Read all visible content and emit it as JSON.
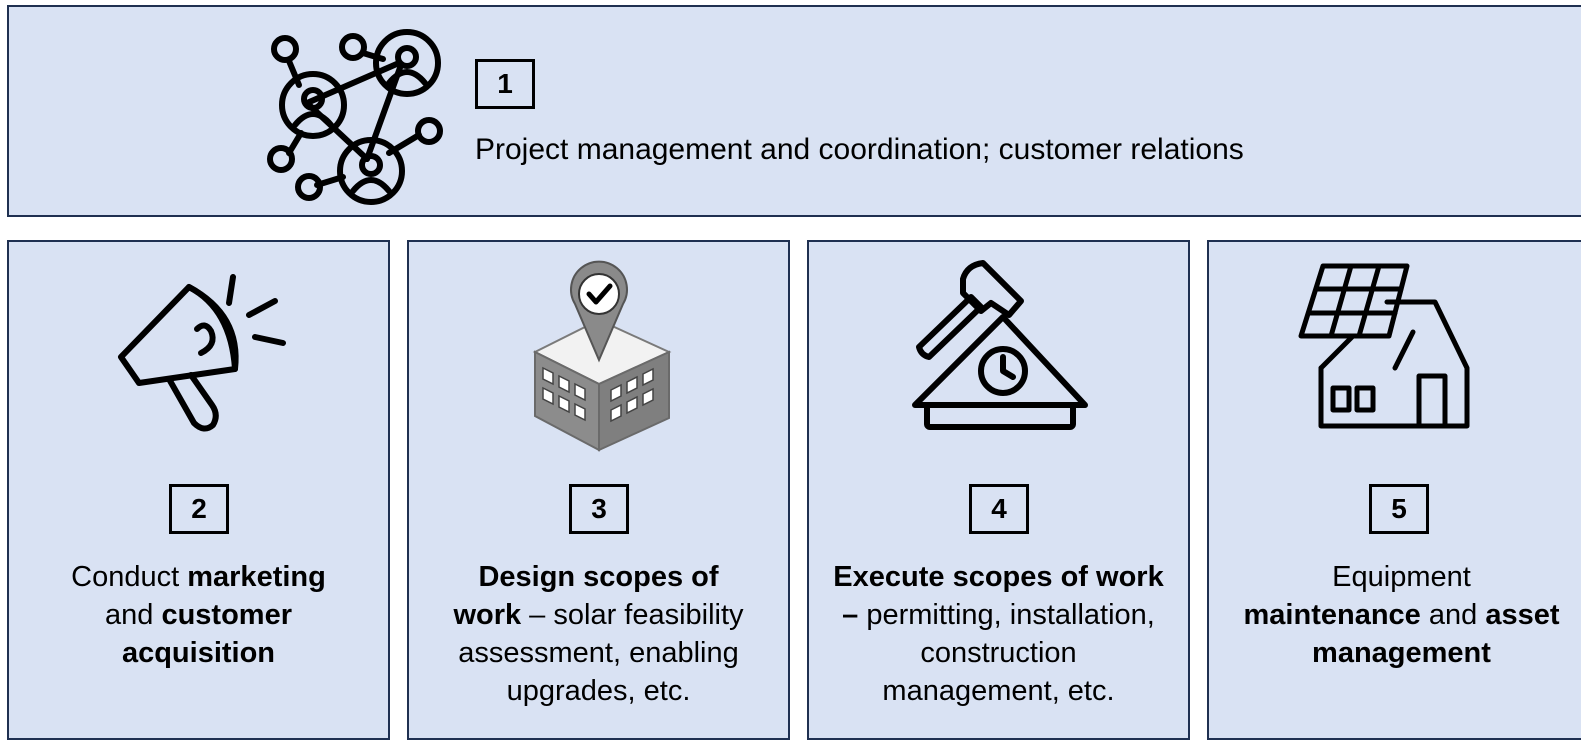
{
  "top": {
    "number": "1",
    "description": "Project management and coordination; customer relations",
    "icon": "people-network-icon"
  },
  "cards": [
    {
      "number": "2",
      "icon": "megaphone-icon",
      "line1_a": "Conduct ",
      "line1_b": "marketing",
      "line2_a": "and ",
      "line2_b": "customer",
      "line3_b": "acquisition"
    },
    {
      "number": "3",
      "icon": "building-location-pin-icon",
      "line1_b": "Design scopes of",
      "line2_b": "work",
      "line2_a": " – solar feasibility",
      "line3_a": "assessment, enabling",
      "line4_a": "upgrades, etc."
    },
    {
      "number": "4",
      "icon": "hammer-roof-clock-icon",
      "line1_b": "Execute scopes of work",
      "line2_b": "–",
      "line2_a": " permitting, installation,",
      "line3_a": "construction",
      "line4_a": "management, etc."
    },
    {
      "number": "5",
      "icon": "solar-house-icon",
      "line1_a": "Equipment",
      "line2_b1": "maintenance",
      "line2_a": " and ",
      "line2_b2": "asset",
      "line3_b": "management"
    }
  ]
}
